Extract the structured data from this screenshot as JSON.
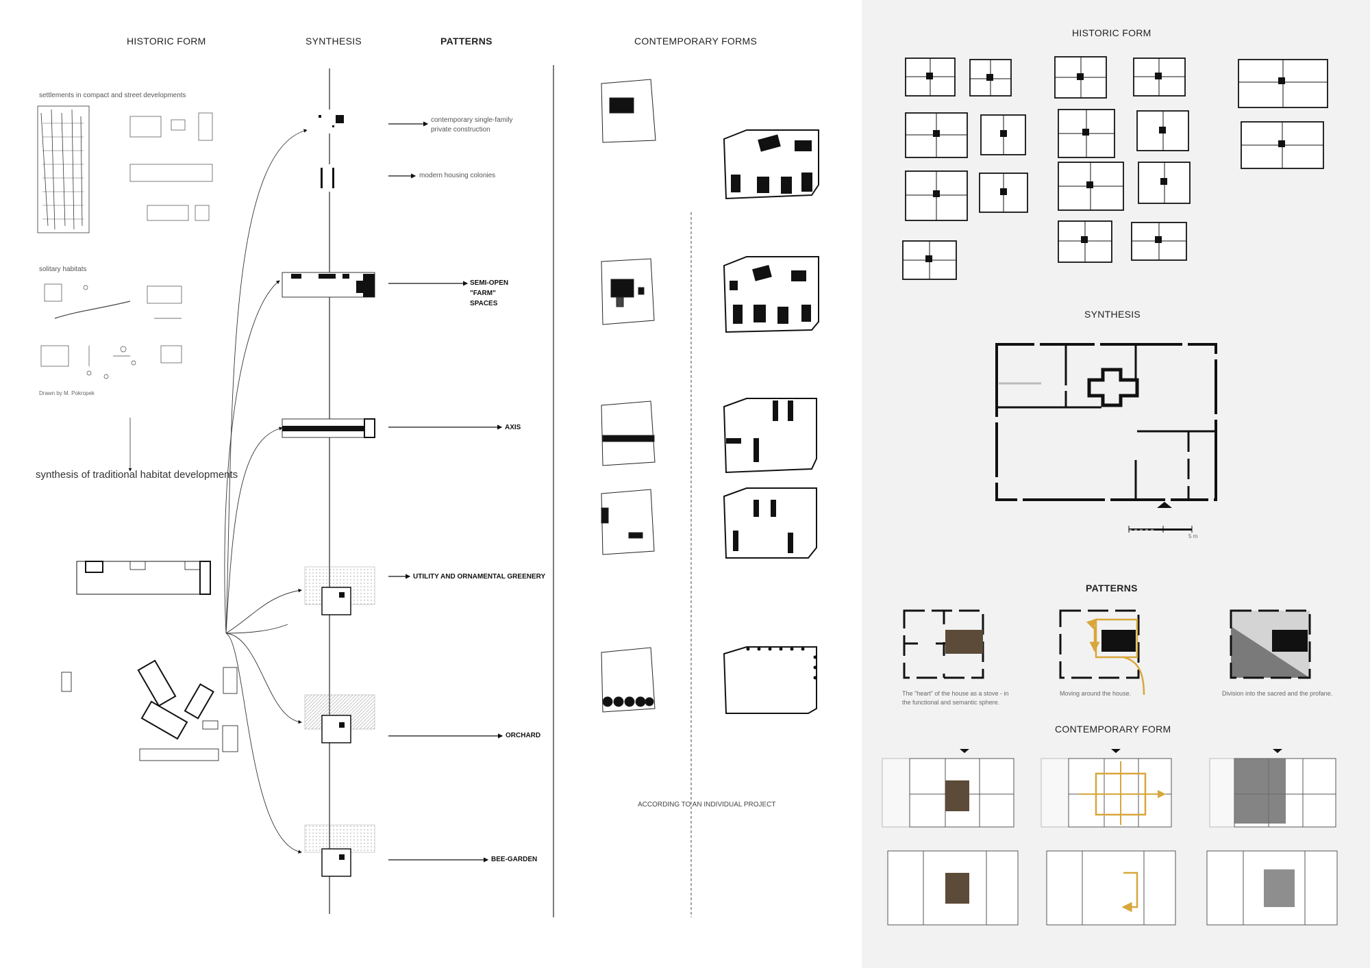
{
  "left": {
    "headers": {
      "historic_form": "HISTORIC FORM",
      "synthesis": "SYNTHESIS",
      "patterns": "PATTERNS",
      "contemporary_forms": "CONTEMPORARY FORMS"
    },
    "settlements_caption": "settlements in compact and street developments",
    "solitary_caption": "solitary habitats",
    "drawn_by": "Drawn by M. Pokropek",
    "synthesis_caption": "synthesis of traditional habitat developments",
    "pattern_labels": {
      "single_family_1": "contemporary single-family",
      "single_family_2": "private construction",
      "housing_colonies": "modern housing colonies",
      "farm_1": "SEMI-OPEN",
      "farm_2": "\"FARM\"",
      "farm_3": "SPACES",
      "axis": "AXIS",
      "greenery": "UTILITY AND ORNAMENTAL GREENERY",
      "orchard": "ORCHARD",
      "bee_garden": "BEE-GARDEN"
    },
    "individual_project": "ACCORDING TO AN INDIVIDUAL PROJECT"
  },
  "right": {
    "historic_form": "HISTORIC FORM",
    "synthesis": "SYNTHESIS",
    "patterns": "PATTERNS",
    "contemporary_form": "CONTEMPORARY FORM",
    "scale_label": "5 m",
    "captions": {
      "heart_1": "The \"heart\" of the house as a stove - in",
      "heart_2": "the functional and semantic sphere.",
      "moving": "Moving around the house.",
      "division": "Division into the sacred and the profane."
    }
  },
  "colors": {
    "panel_bg": "#f2f2f2",
    "stove_brown": "#5c4b38",
    "arrow_gold": "#d8a63a",
    "ink": "#111111"
  }
}
